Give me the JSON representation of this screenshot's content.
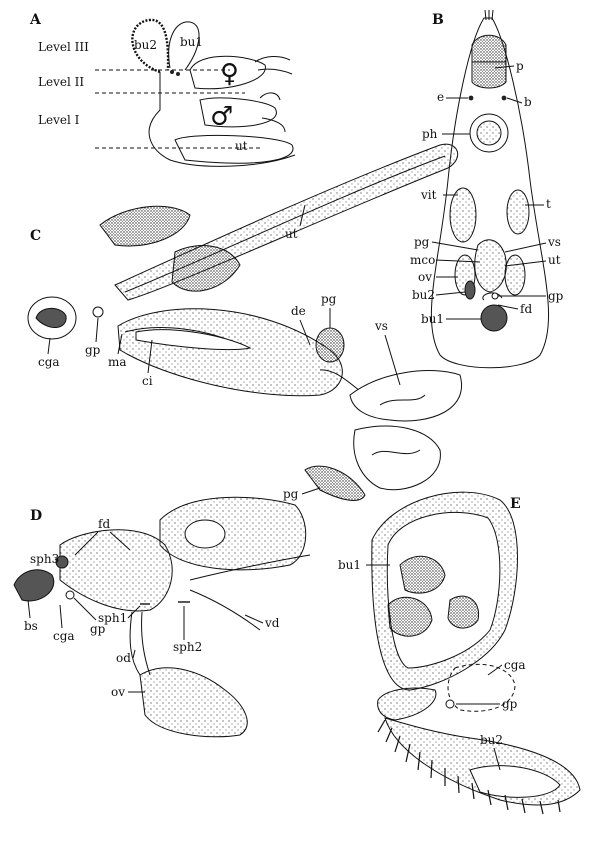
{
  "panels": {
    "A": {
      "letter": "A",
      "levels": [
        "Level III",
        "Level II",
        "Level I"
      ],
      "labels": [
        "bu2",
        "bu1",
        "ut"
      ],
      "symbols": {
        "female": "♀",
        "male": "♂"
      }
    },
    "B": {
      "letter": "B",
      "labels": [
        "p",
        "e",
        "b",
        "ph",
        "vit",
        "t",
        "pg",
        "vs",
        "mco",
        "ut",
        "ov",
        "bu2",
        "gp",
        "fd",
        "bu1"
      ]
    },
    "C": {
      "letter": "C",
      "labels": [
        "ut",
        "cga",
        "gp",
        "ma",
        "ci",
        "de",
        "pg",
        "vs",
        "pg"
      ]
    },
    "D": {
      "letter": "D",
      "labels": [
        "fd",
        "sph3",
        "bs",
        "cga",
        "gp",
        "sph1",
        "sph2",
        "vd",
        "od",
        "ov"
      ]
    },
    "E": {
      "letter": "E",
      "labels": [
        "bu1",
        "cga",
        "gp",
        "bu2"
      ]
    }
  }
}
